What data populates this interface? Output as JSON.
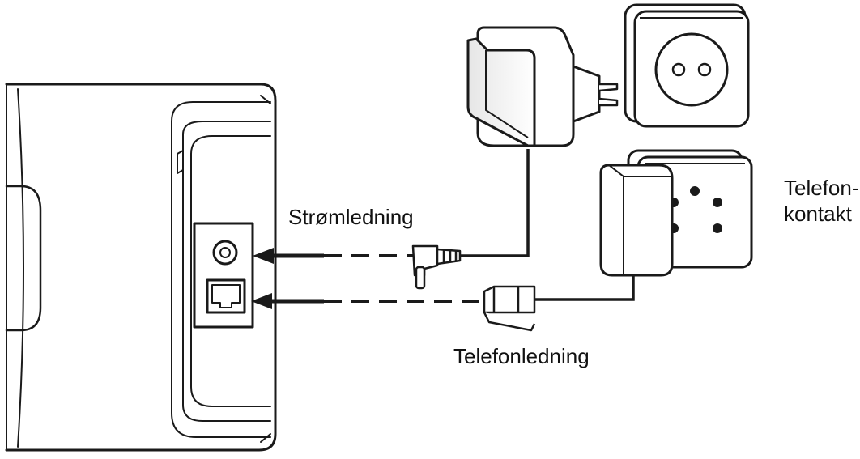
{
  "labels": {
    "power_cord": "Strømledning",
    "phone_cord": "Telefonledning",
    "phone_jack_line1": "Telefon-",
    "phone_jack_line2": "kontakt"
  },
  "colors": {
    "line": "#1a1a1a",
    "background": "#ffffff",
    "shading": "#dcdcdc"
  },
  "icons": {
    "base_station": "phone-base-station-icon",
    "power_adapter": "power-adapter-icon",
    "wall_socket": "wall-socket-icon",
    "phone_wall_jack": "phone-wall-jack-icon",
    "dc_plug": "dc-plug-icon",
    "rj11_plug": "rj11-plug-icon"
  }
}
